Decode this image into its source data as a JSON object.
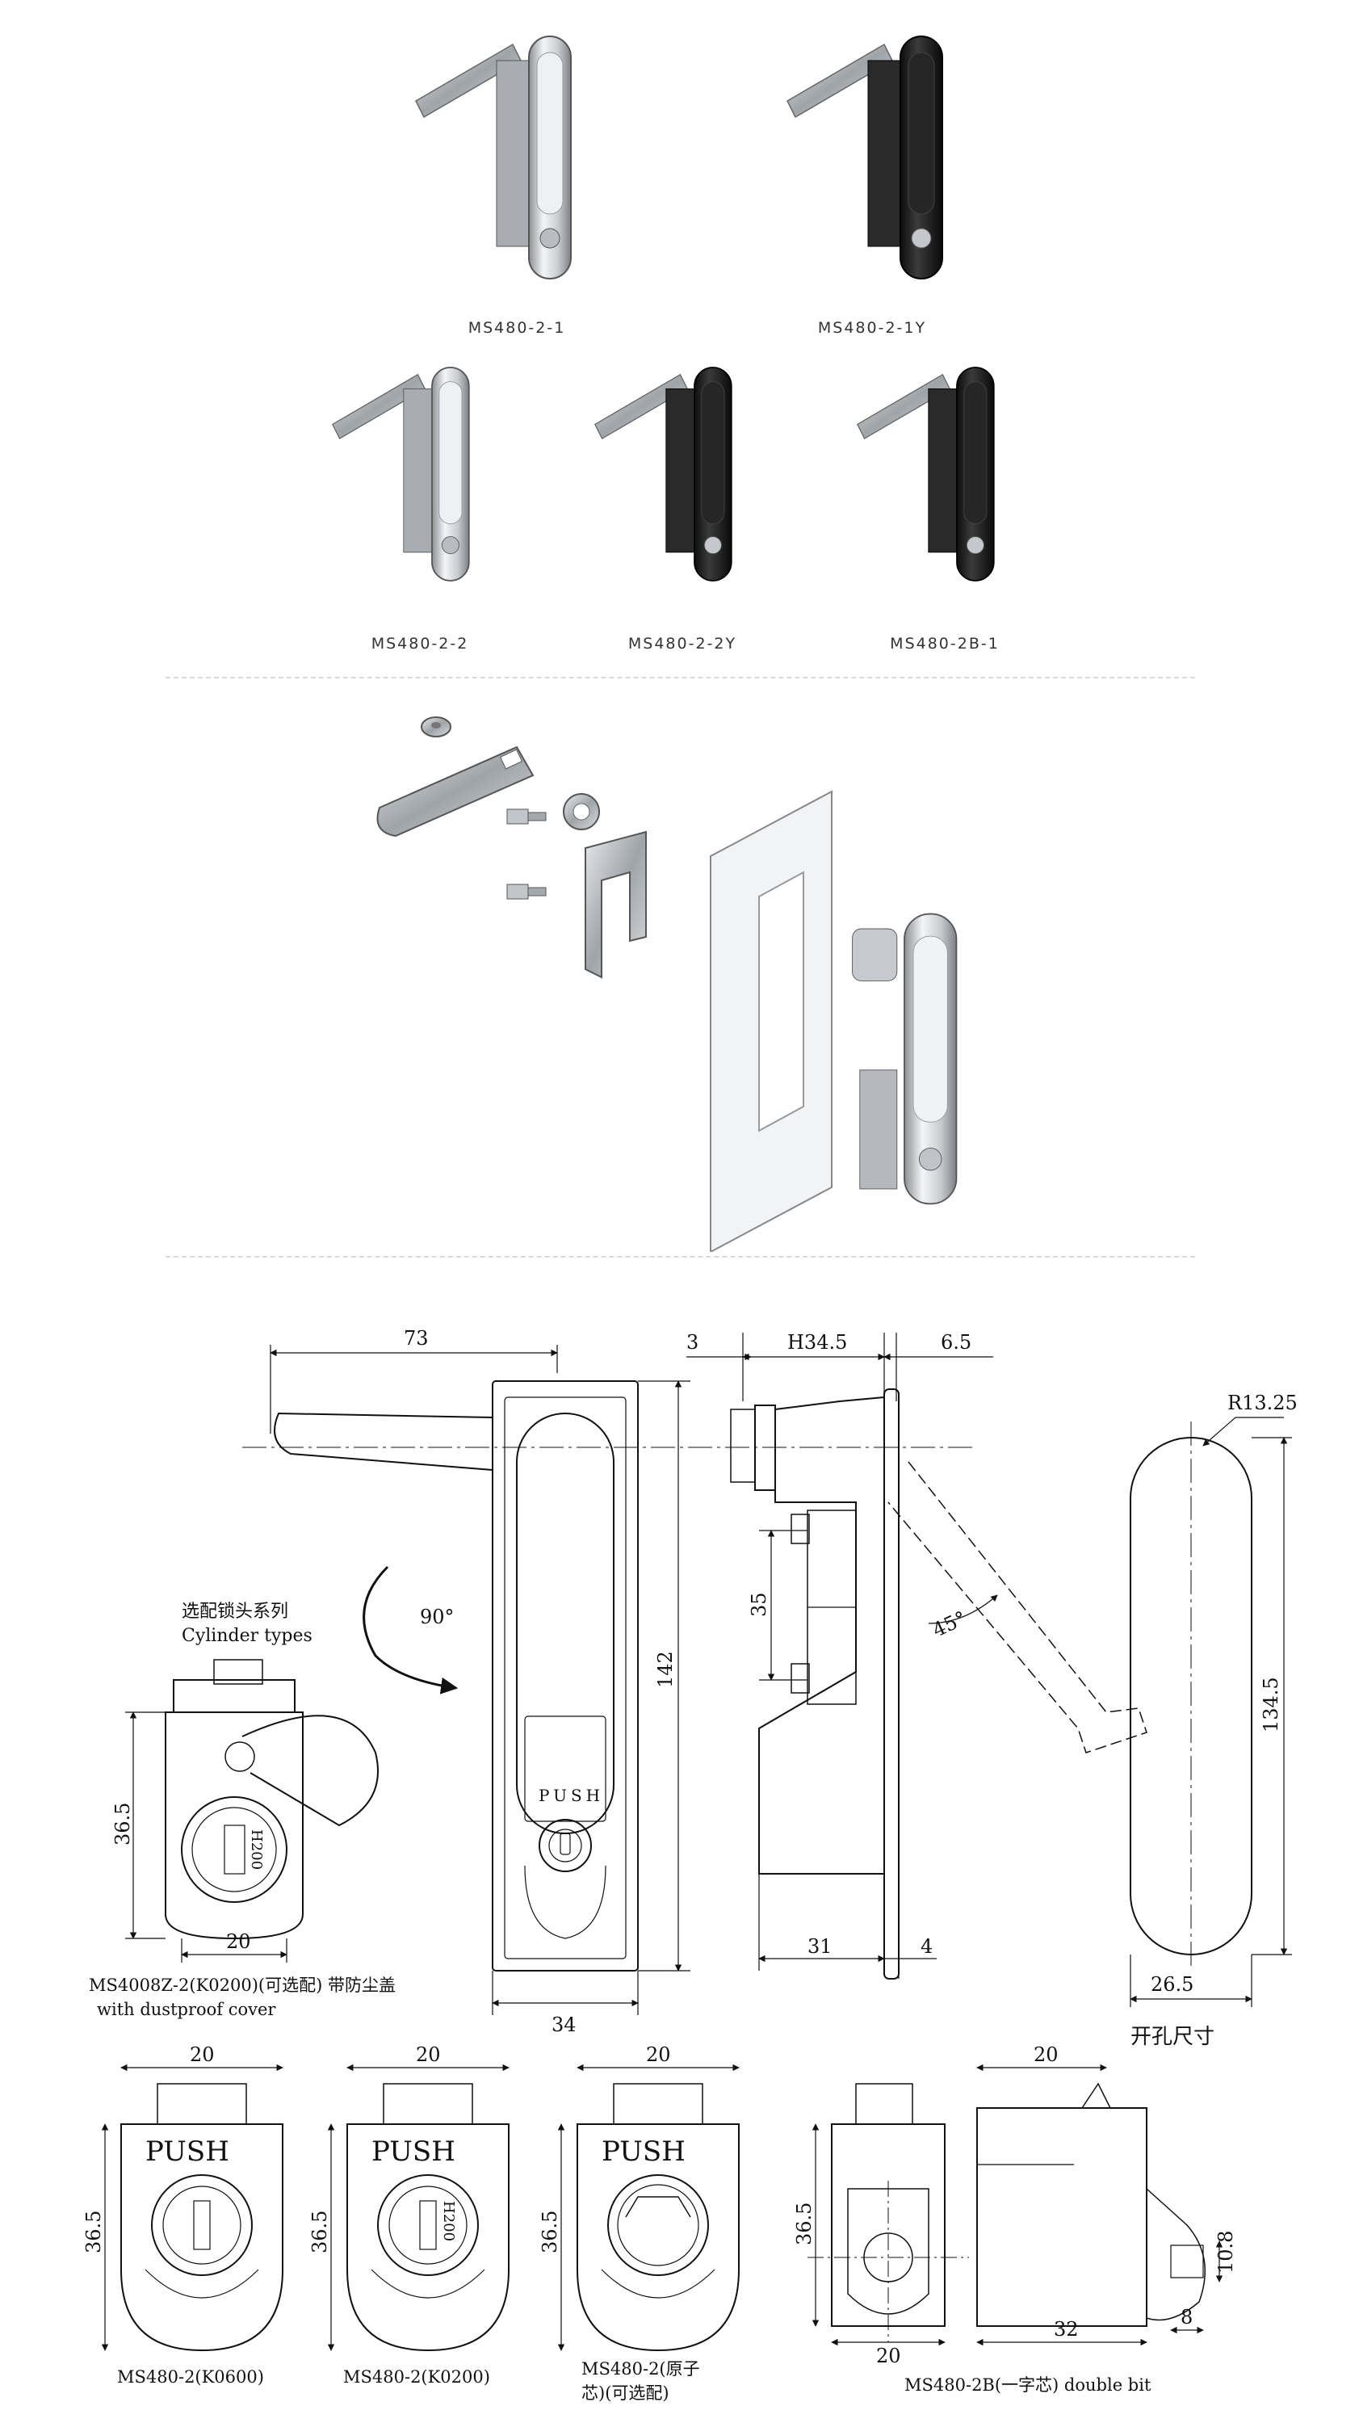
{
  "products": {
    "row1": [
      {
        "label": "MS480-2-1",
        "finish": "chrome"
      },
      {
        "label": "MS480-2-1Y",
        "finish": "black"
      }
    ],
    "row2": [
      {
        "label": "MS480-2-2",
        "finish": "chrome"
      },
      {
        "label": "MS480-2-2Y",
        "finish": "black"
      },
      {
        "label": "MS480-2B-1",
        "finish": "black"
      }
    ]
  },
  "front_view": {
    "width_73": "73",
    "rotation": "90°",
    "height_142": "142",
    "width_34": "34",
    "push_text": "PUSH"
  },
  "side_view": {
    "dim_3": "3",
    "dim_h345": "H34.5",
    "dim_65": "6.5",
    "dim_35": "35",
    "angle": "45°",
    "dim_31": "31",
    "dim_4": "4"
  },
  "cutout": {
    "radius": "R13.25",
    "height": "134.5",
    "width": "26.5",
    "label": "开孔尺寸"
  },
  "cylinder_types": {
    "title_cn": "选配锁头系列",
    "title_en": "Cylinder types",
    "dim_365": "36.5",
    "dim_20": "20",
    "key_code": "H200",
    "caption_cn": "MS4008Z-2(K0200)(可选配) 带防尘盖",
    "caption_en": "with dustproof cover"
  },
  "bottom": {
    "c1": {
      "dim_w": "20",
      "dim_h": "36.5",
      "push": "PUSH",
      "caption": "MS480-2(K0600)"
    },
    "c2": {
      "dim_w": "20",
      "dim_h": "36.5",
      "push": "PUSH",
      "key": "H200",
      "caption": "MS480-2(K0200)"
    },
    "c3": {
      "dim_w": "20",
      "dim_h": "36.5",
      "push": "PUSH",
      "caption_l1": "MS480-2(原子",
      "caption_l2": "芯)(可选配)"
    },
    "c4": {
      "dim_w1": "20",
      "dim_w2": "20",
      "dim_h": "36.5",
      "dim_32": "32",
      "dim_108": "10.8",
      "dim_8": "8",
      "dim_20b": "20",
      "caption": "MS480-2B(一字芯) double bit"
    }
  },
  "colors": {
    "chrome": "#d4d6d9",
    "black": "#1c1c1c",
    "zinc": "#c9ccd0",
    "line": "#111111"
  }
}
